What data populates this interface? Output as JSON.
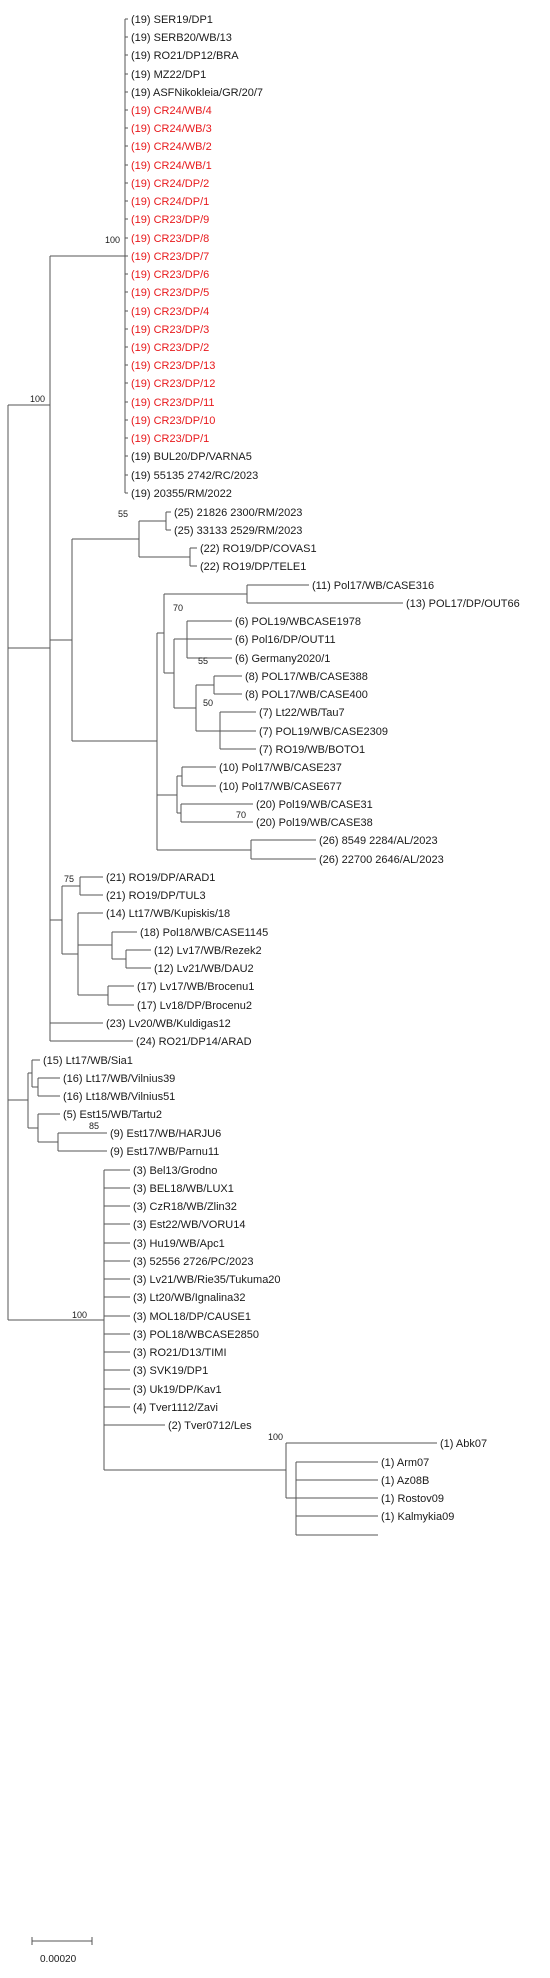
{
  "colors": {
    "highlight": "#e8191c",
    "text": "#1a1a1a",
    "line": "#555555"
  },
  "scale_bar": {
    "label": "0.00020"
  },
  "bootstrap": {
    "b1": "100",
    "b2": "100",
    "b3": "55",
    "b4": "70",
    "b5": "55",
    "b6": "50",
    "b7": "70",
    "b8": "75",
    "b9": "85",
    "b10": "100",
    "b11": "100"
  },
  "leaves": [
    "(19) SER19/DP1",
    "(19) SERB20/WB/13",
    "(19) RO21/DP12/BRA",
    "(19) MZ22/DP1",
    "(19) ASFNikokleia/GR/20/7",
    "(19) CR24/WB/4",
    "(19) CR24/WB/3",
    "(19) CR24/WB/2",
    "(19) CR24/WB/1",
    "(19) CR24/DP/2",
    "(19) CR24/DP/1",
    "(19) CR23/DP/9",
    "(19) CR23/DP/8",
    "(19) CR23/DP/7",
    "(19) CR23/DP/6",
    "(19) CR23/DP/5",
    "(19) CR23/DP/4",
    "(19) CR23/DP/3",
    "(19) CR23/DP/2",
    "(19) CR23/DP/13",
    "(19) CR23/DP/12",
    "(19) CR23/DP/11",
    "(19) CR23/DP/10",
    "(19) CR23/DP/1",
    "(19) BUL20/DP/VARNA5",
    "(19) 55135 2742/RC/2023",
    "(19) 20355/RM/2022",
    "(25) 21826 2300/RM/2023",
    "(25) 33133 2529/RM/2023",
    "(22) RO19/DP/COVAS1",
    "(22) RO19/DP/TELE1",
    "(11) Pol17/WB/CASE316",
    "(13) POL17/DP/OUT66",
    "(6) POL19/WBCASE1978",
    "(6) Pol16/DP/OUT11",
    "(6) Germany2020/1",
    "(8) POL17/WB/CASE388",
    "(8) POL17/WB/CASE400",
    "(7) Lt22/WB/Tau7",
    "(7) POL19/WB/CASE2309",
    "(7) RO19/WB/BOTO1",
    "(10) Pol17/WB/CASE237",
    "(10) Pol17/WB/CASE677",
    "(20) Pol19/WB/CASE31",
    "(20) Pol19/WB/CASE38",
    "(26) 8549 2284/AL/2023",
    "(26) 22700 2646/AL/2023",
    "(21) RO19/DP/ARAD1",
    "(21) RO19/DP/TUL3",
    "(14) Lt17/WB/Kupiskis/18",
    "(18) Pol18/WB/CASE1145",
    "(12) Lv17/WB/Rezek2",
    "(12) Lv21/WB/DAU2",
    "(17) Lv17/WB/Brocenu1",
    "(17) Lv18/DP/Brocenu2",
    "(23) Lv20/WB/Kuldigas12",
    "(24) RO21/DP14/ARAD",
    "(15) Lt17/WB/Sia1",
    "(16) Lt17/WB/Vilnius39",
    "(16) Lt18/WB/Vilnius51",
    "(5) Est15/WB/Tartu2",
    "(9) Est17/WB/HARJU6",
    "(9) Est17/WB/Parnu11",
    "(3) Bel13/Grodno",
    "(3) BEL18/WB/LUX1",
    "(3) CzR18/WB/Zlin32",
    "(3) Est22/WB/VORU14",
    "(3) Hu19/WB/Apc1",
    "(3) 52556 2726/PC/2023",
    "(3) Lv21/WB/Rie35/Tukuma20",
    "(3) Lt20/WB/Ignalina32",
    "(3) MOL18/DP/CAUSE1",
    "(3) POL18/WBCASE2850",
    "(3) RO21/D13/TIMI",
    "(3) SVK19/DP1",
    "(3) Uk19/DP/Kav1",
    "(4) Tver1112/Zavi",
    "(2) Tver0712/Les",
    "(1) Abk07",
    "(1) Arm07",
    "(1) Az08B",
    "(1) Rostov09",
    "(1) Kalmykia09"
  ]
}
